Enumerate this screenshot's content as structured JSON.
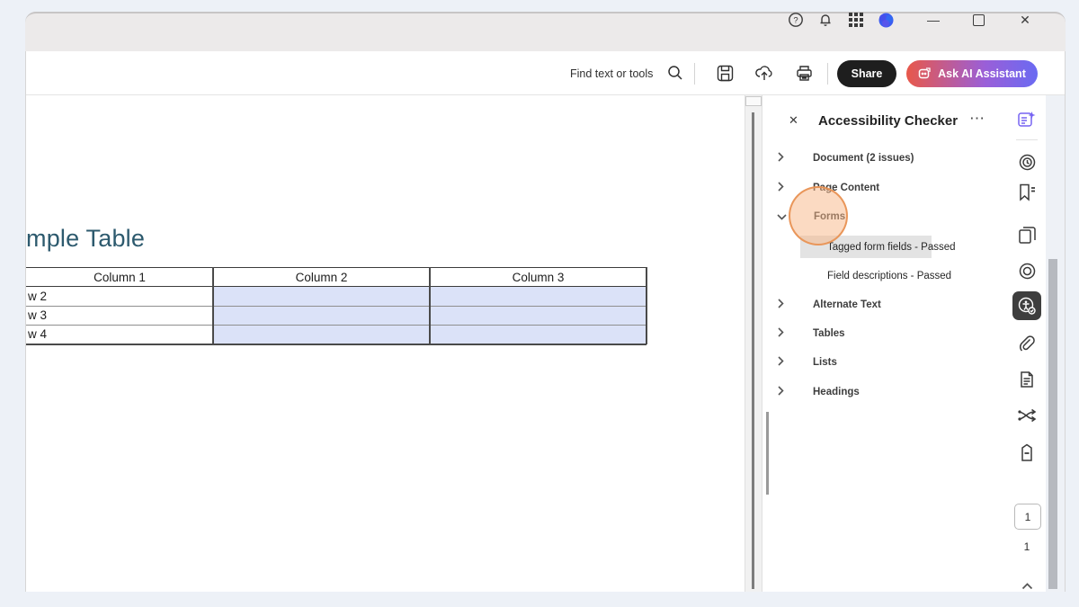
{
  "titlebar": {
    "help_glyph": "?",
    "minimize_glyph": "—",
    "close_glyph": "✕"
  },
  "toolbar": {
    "find_label": "Find text or tools",
    "share_label": "Share",
    "ask_ai_label": "Ask AI Assistant"
  },
  "panel": {
    "close_glyph": "✕",
    "title": "Accessibility Checker",
    "more_glyph": "⋯",
    "sections": [
      {
        "label": "Document (2 issues)",
        "expanded": false
      },
      {
        "label": "Page Content",
        "expanded": false
      },
      {
        "label": "Forms",
        "expanded": true,
        "click_highlighted": true
      },
      {
        "label": "Alternate Text",
        "expanded": false
      },
      {
        "label": "Tables",
        "expanded": false
      },
      {
        "label": "Lists",
        "expanded": false
      },
      {
        "label": "Headings",
        "expanded": false
      }
    ],
    "forms_children": [
      {
        "label": "Tagged form fields - Passed",
        "selected": true
      },
      {
        "label": "Field descriptions - Passed",
        "selected": false
      }
    ]
  },
  "document": {
    "heading": "mple Table",
    "table": {
      "headers": [
        "Column 1",
        "Column 2",
        "Column 3"
      ],
      "row_labels": [
        "w 2",
        "w 3",
        "w 4"
      ]
    }
  },
  "rail": {
    "page_current": "1",
    "page_total": "1"
  },
  "colors": {
    "outer_background": "#edf1f7",
    "titlebar": "#eceaea",
    "heading_text": "#2d5a6e",
    "form_field_fill": "#dbe2f8",
    "selected_item_highlight": "#e3e3e3",
    "click_indicator": "#f3a366",
    "share_button": "#1e1e1e",
    "ask_ai_gradient_start": "#e8584a",
    "ask_ai_gradient_end": "#6a6af2",
    "active_rail_tool": "#3e3e3e"
  }
}
